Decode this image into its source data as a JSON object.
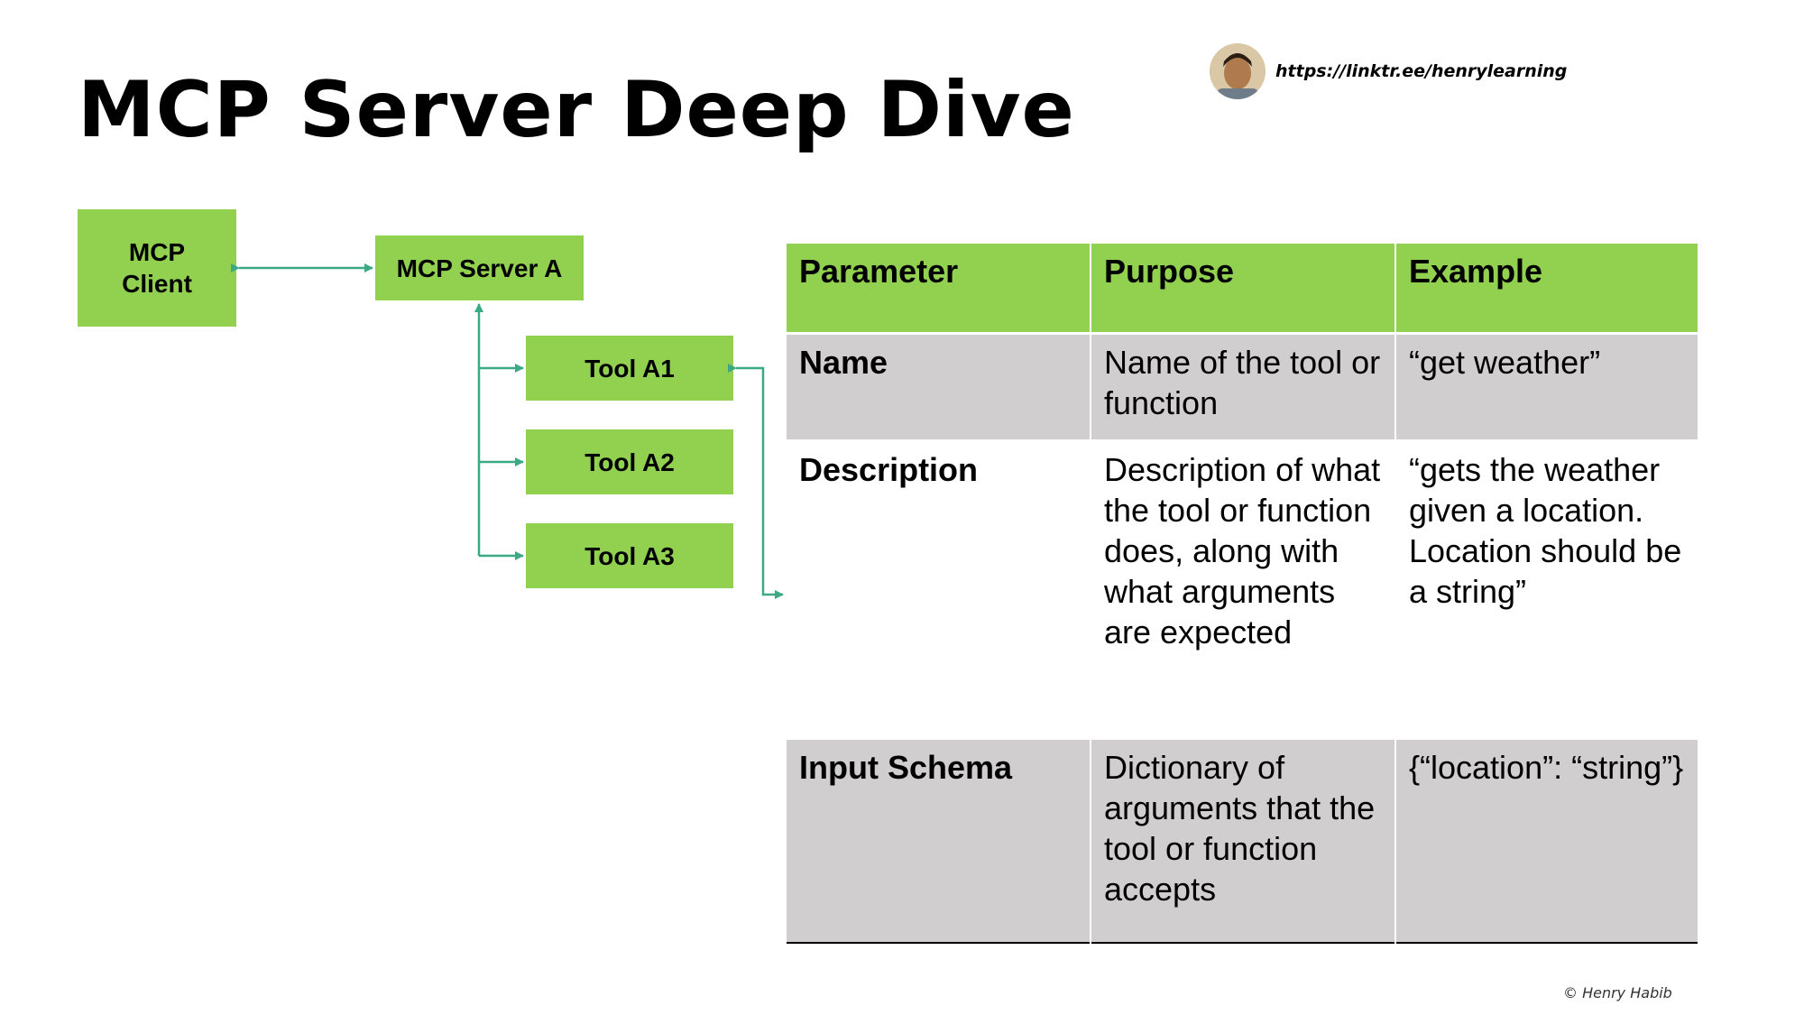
{
  "title": "MCP Server Deep Dive",
  "link": "https://linktr.ee/henrylearning",
  "copyright": "© Henry Habib",
  "colors": {
    "accent_green": "#92d050",
    "arrow_teal": "#3aaa85",
    "row_gray": "#d0cece"
  },
  "diagram": {
    "client": "MCP Client",
    "server": "MCP Server A",
    "tools": [
      "Tool A1",
      "Tool A2",
      "Tool A3"
    ]
  },
  "table": {
    "headers": [
      "Parameter",
      "Purpose",
      "Example"
    ],
    "rows": [
      {
        "parameter": "Name",
        "purpose": "Name of the tool or function",
        "example": "“get weather”"
      },
      {
        "parameter": "Description",
        "purpose": "Description of what the tool or function does, along with what arguments are expected",
        "example": "“gets the weather given a location. Location should be a string”"
      },
      {
        "parameter": "Input Schema",
        "purpose": "Dictionary of arguments that the tool or function accepts",
        "example": "{“location”: “string”}"
      }
    ]
  }
}
